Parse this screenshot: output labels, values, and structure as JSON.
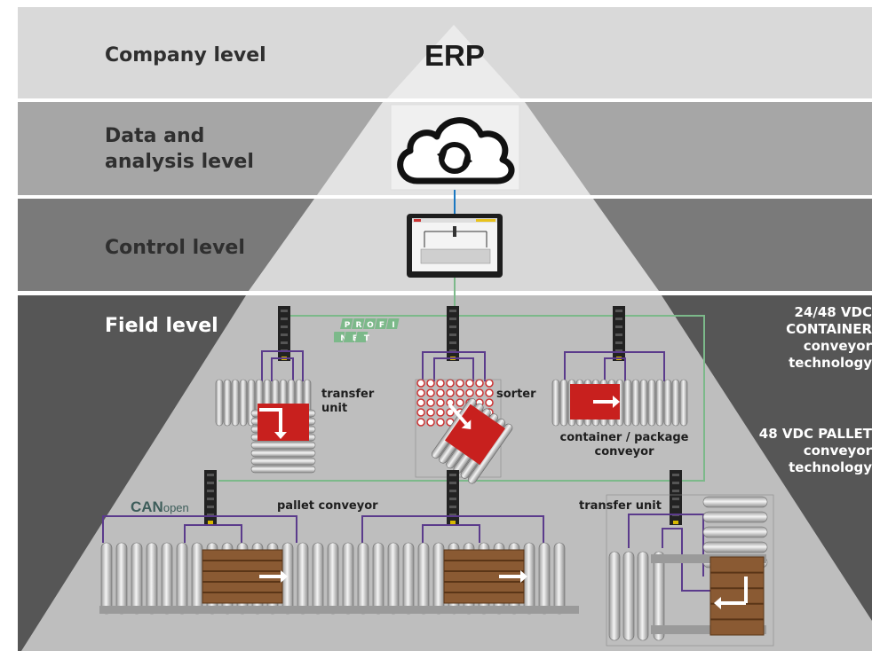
{
  "levels": [
    {
      "name": "Company level"
    },
    {
      "name": "Data and\nanalysis level"
    },
    {
      "name": "Control level"
    },
    {
      "name": "Field level"
    }
  ],
  "apex": "ERP",
  "notes": {
    "container": "24/48 VDC\nCONTAINER\nconveyor\ntechnology",
    "pallet": "48 VDC PALLET\nconveyor\ntechnology"
  },
  "modules": {
    "transfer_unit": "transfer\nunit",
    "sorter": "sorter",
    "container_conveyor": "container / package\nconveyor",
    "pallet_conveyor": "pallet conveyor",
    "transfer_unit_bottom": "transfer unit"
  },
  "bus": {
    "profinet_top": [
      "P",
      "R",
      "O",
      "F",
      "I"
    ],
    "profinet_bottom": [
      "N",
      "E",
      "T"
    ],
    "canopen_main": "CAN",
    "canopen_sub": "open"
  },
  "colors": {
    "band_light": "#d9d9d9",
    "band_mid": "#a6a6a6",
    "band_dark": "#7a7a7a",
    "band_field": "#565656",
    "pyramid_light": "#e6e6e6",
    "pyramid_field": "#bdbdbd",
    "profinet_green": "#7cb98a",
    "wire_purple": "#5b3b8c",
    "red_box": "#c8201e",
    "pallet_wood": "#8a5a33"
  },
  "icons": [
    "cloud-sync-icon",
    "hmi-panel-icon",
    "io-module-icon",
    "roller-conveyor-icon",
    "pallet-icon",
    "arrow-icon"
  ]
}
